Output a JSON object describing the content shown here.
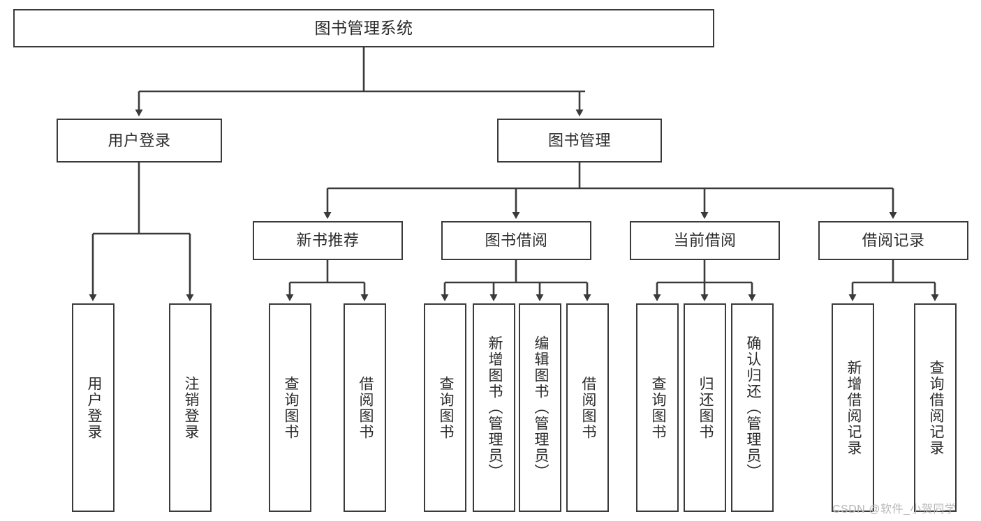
{
  "diagram": {
    "type": "hierarchy-tree",
    "title": "图书管理系统",
    "orientation": "top-down",
    "line_color": "#3a3a3a",
    "box_fill": "#ffffff",
    "text_color": "#2b2b2b",
    "root": {
      "id": "root",
      "label": "图书管理系统"
    },
    "level2": [
      {
        "id": "user-login",
        "label": "用户登录"
      },
      {
        "id": "book-manage",
        "label": "图书管理"
      }
    ],
    "level3": [
      {
        "id": "new-book-recommend",
        "label": "新书推荐"
      },
      {
        "id": "book-borrow",
        "label": "图书借阅"
      },
      {
        "id": "current-borrow",
        "label": "当前借阅"
      },
      {
        "id": "borrow-record",
        "label": "借阅记录"
      }
    ],
    "leaves": {
      "user_login": [
        {
          "id": "leaf-user-login",
          "label": "用户登录"
        },
        {
          "id": "leaf-logout-login",
          "label": "注销登录"
        }
      ],
      "new_book_recommend": [
        {
          "id": "leaf-query-book-1",
          "label": "查询图书"
        },
        {
          "id": "leaf-borrow-book-1",
          "label": "借阅图书"
        }
      ],
      "book_borrow": [
        {
          "id": "leaf-query-book-2",
          "label": "查询图书"
        },
        {
          "id": "leaf-add-book-admin",
          "label": "新增图书（管理员）"
        },
        {
          "id": "leaf-edit-book-admin",
          "label": "编辑图书（管理员）"
        },
        {
          "id": "leaf-borrow-book-2",
          "label": "借阅图书"
        }
      ],
      "current_borrow": [
        {
          "id": "leaf-query-book-3",
          "label": "查询图书"
        },
        {
          "id": "leaf-return-book",
          "label": "归还图书"
        },
        {
          "id": "leaf-confirm-return-admin",
          "label": "确认归还（管理员）"
        }
      ],
      "borrow_record": [
        {
          "id": "leaf-add-borrow-record",
          "label": "新增借阅记录"
        },
        {
          "id": "leaf-query-borrow-record",
          "label": "查询借阅记录"
        }
      ]
    }
  },
  "watermark": {
    "text": "CSDN @软件_小贺同学"
  }
}
